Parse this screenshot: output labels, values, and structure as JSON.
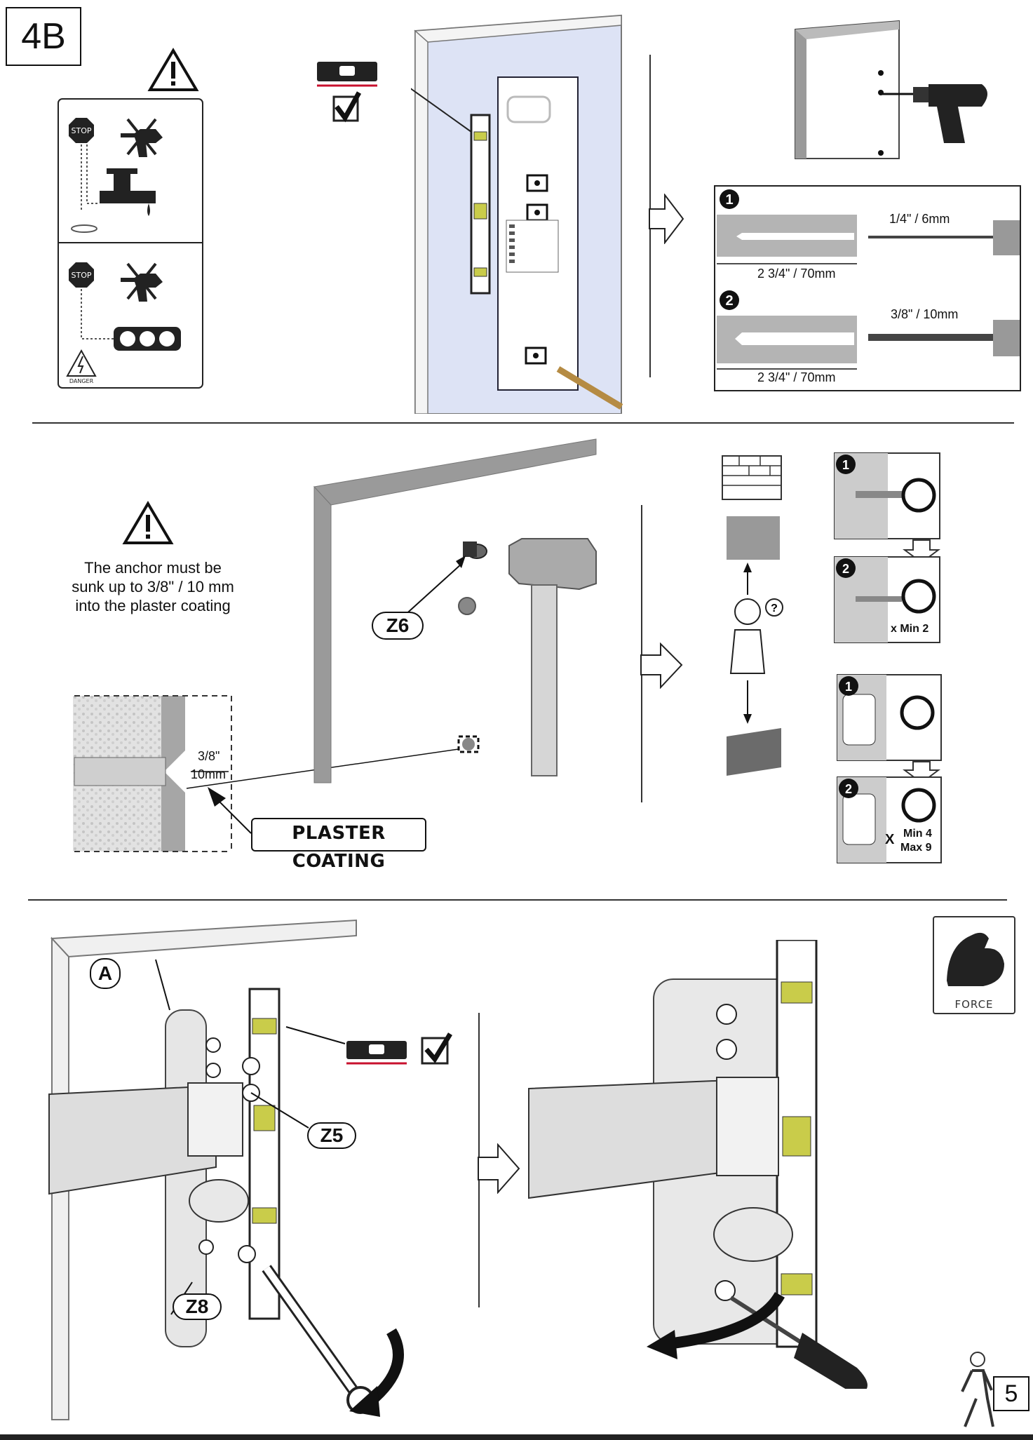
{
  "step_label": "4B",
  "section1": {
    "danger_text": "DANGER",
    "stop_text": "STOP",
    "drill_sizes": {
      "size1": "1/4\" / 6mm",
      "size2": "3/8\" / 10mm",
      "depth": "2 3/4\" / 70mm"
    },
    "step_numbers": [
      "1",
      "2"
    ]
  },
  "section2": {
    "anchor_note": [
      "The anchor must be",
      "sunk up to 3/8\" / 10 mm",
      "into the plaster coating"
    ],
    "depth_top": "3/8\"",
    "depth_bottom": "10mm",
    "plaster_label": "PLASTER COATING",
    "part_z6": "Z6",
    "rotations_a": "x Min 2",
    "rotations_b_x": "X",
    "rotations_b_min": "Min 4",
    "rotations_b_max": "Max 9"
  },
  "section3": {
    "part_a": "A",
    "part_z5": "Z5",
    "part_z8": "Z8",
    "force_label": "FORCE"
  },
  "page_number": "5",
  "colors": {
    "accent": "#c8102e",
    "panel": "#dde3f5",
    "wall": "#9a9a9a"
  }
}
